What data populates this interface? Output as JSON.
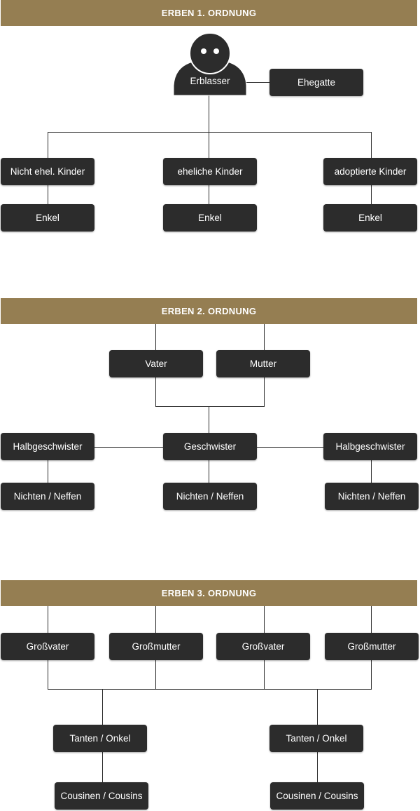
{
  "sections": {
    "first": {
      "title": "ERBEN 1. ORDNUNG",
      "deceased": "Erblasser",
      "spouse": "Ehegatte",
      "children": [
        "Nicht ehel. Kinder",
        "eheliche Kinder",
        "adoptierte Kinder"
      ],
      "grandchildren": [
        "Enkel",
        "Enkel",
        "Enkel"
      ]
    },
    "second": {
      "title": "ERBEN 2. ORDNUNG",
      "parents": [
        "Vater",
        "Mutter"
      ],
      "siblings": [
        "Halbgeschwister",
        "Geschwister",
        "Halbgeschwister"
      ],
      "nieces_nephews": [
        "Nichten / Neffen",
        "Nichten / Neffen",
        "Nichten / Neffen"
      ]
    },
    "third": {
      "title": "ERBEN 3. ORDNUNG",
      "grandparents": [
        "Großvater",
        "Großmutter",
        "Großvater",
        "Großmutter"
      ],
      "aunts_uncles": [
        "Tanten / Onkel",
        "Tanten / Onkel"
      ],
      "cousins": [
        "Cousinen / Cousins",
        "Cousinen / Cousins"
      ]
    }
  },
  "colors": {
    "banner": "#957e52",
    "node": "#2c2c2c",
    "text": "#ffffff"
  },
  "icons": {
    "deceased": "person-silhouette-icon"
  }
}
